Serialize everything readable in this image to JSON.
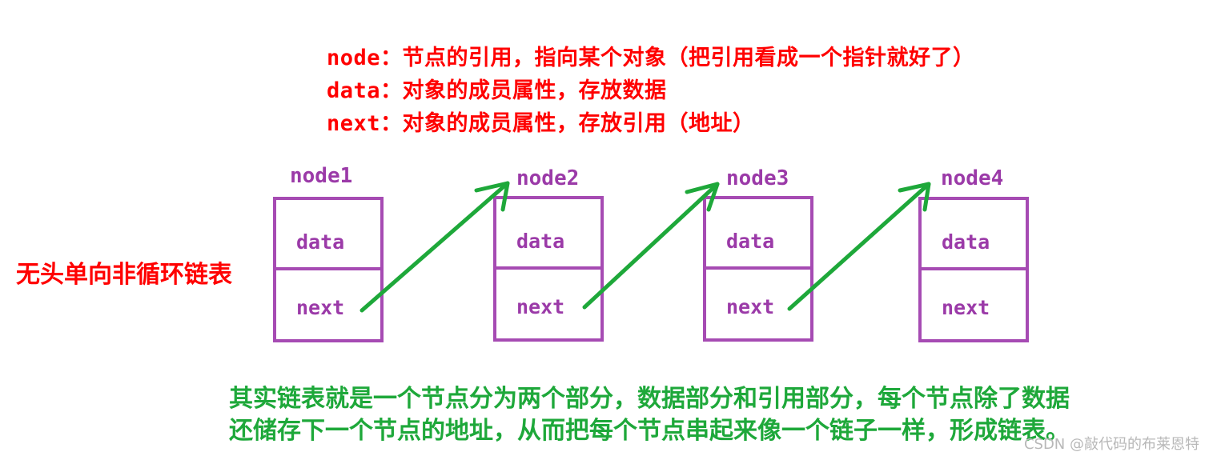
{
  "legend": {
    "line1": "node：节点的引用，指向某个对象（把引用看成一个指针就好了）",
    "line2": "data：对象的成员属性，存放数据",
    "line3": "next：对象的成员属性，存放引用（地址）"
  },
  "title": "无头单向非循环链表",
  "nodes": [
    {
      "label": "node1",
      "data_field": "data",
      "next_field": "next"
    },
    {
      "label": "node2",
      "data_field": "data",
      "next_field": "next"
    },
    {
      "label": "node3",
      "data_field": "data",
      "next_field": "next"
    },
    {
      "label": "node4",
      "data_field": "data",
      "next_field": "next"
    }
  ],
  "summary": {
    "line1": "其实链表就是一个节点分为两个部分，数据部分和引用部分，每个节点除了数据",
    "line2": "还储存下一个节点的地址，从而把每个节点串起来像一个链子一样，形成链表。"
  },
  "watermark": "CSDN @敲代码的布莱恩特",
  "colors": {
    "legend_text": "#ff0000",
    "node_border": "#a64bb3",
    "node_text": "#9b3aa8",
    "arrow": "#1ea83a",
    "summary_text": "#1ea83a"
  }
}
